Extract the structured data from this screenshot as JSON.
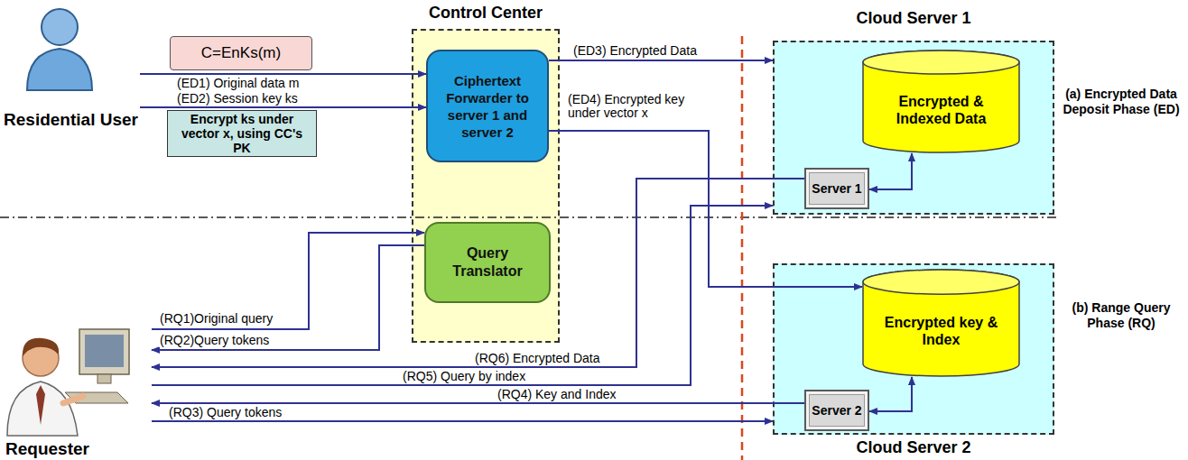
{
  "diagram": {
    "nodes": [
      {
        "text": [
          "Residential User"
        ]
      },
      {
        "text": [
          "C=EnKs(m)"
        ]
      },
      {
        "text": [
          "Encrypt ks under vector x, using CC's PK"
        ]
      },
      {
        "text": [
          "Control Center"
        ]
      },
      {
        "text": [
          "Ciphertext Forwarder to server 1 and server 2"
        ],
        "in": 3
      },
      {
        "text": [
          "Query Translator"
        ],
        "in": 3
      },
      {
        "text": [
          "Cloud Server 1"
        ]
      },
      {
        "text": [
          "Encrypted & Indexed Data"
        ],
        "in": 6
      },
      {
        "text": [
          "Server 1"
        ],
        "in": 6
      },
      {
        "text": [
          "Cloud Server 2"
        ]
      },
      {
        "text": [
          "Encrypted key & Index"
        ],
        "in": 9
      },
      {
        "text": [
          "Server 2"
        ],
        "in": 9
      },
      {
        "text": [
          "Requester"
        ]
      }
    ],
    "edges": [
      {
        "from": 0,
        "to": 4,
        "label": "(ED1) Original data m",
        "arrow": "to"
      },
      {
        "from": 0,
        "to": 4,
        "label": "(ED2) Session key ks",
        "arrow": "to"
      },
      {
        "from": 4,
        "to": 6,
        "label": "(ED3) Encrypted Data",
        "arrow": "to"
      },
      {
        "from": 4,
        "to": 10,
        "label": "(ED4) Encrypted key under vector x",
        "arrow": "to"
      },
      {
        "from": 8,
        "to": 7,
        "arrow": "both"
      },
      {
        "from": 11,
        "to": 10,
        "arrow": "both"
      },
      {
        "from": 12,
        "to": 5,
        "label": "(RQ1)Original query",
        "arrow": "to"
      },
      {
        "from": 5,
        "to": 12,
        "label": "(RQ2)Query tokens",
        "arrow": "to"
      },
      {
        "from": 12,
        "to": 9,
        "label": "(RQ3) Query tokens",
        "arrow": "to"
      },
      {
        "from": 11,
        "to": 12,
        "label": "(RQ4) Key and Index",
        "arrow": "to"
      },
      {
        "from": 12,
        "to": 6,
        "label": "(RQ5) Query by index",
        "arrow": "to"
      },
      {
        "from": 8,
        "to": 12,
        "label": "(RQ6) Encrypted Data",
        "arrow": "to"
      }
    ],
    "labels": [
      "(a) Encrypted Data Deposit Phase (ED)",
      "(b) Range Query Phase (RQ)"
    ]
  }
}
